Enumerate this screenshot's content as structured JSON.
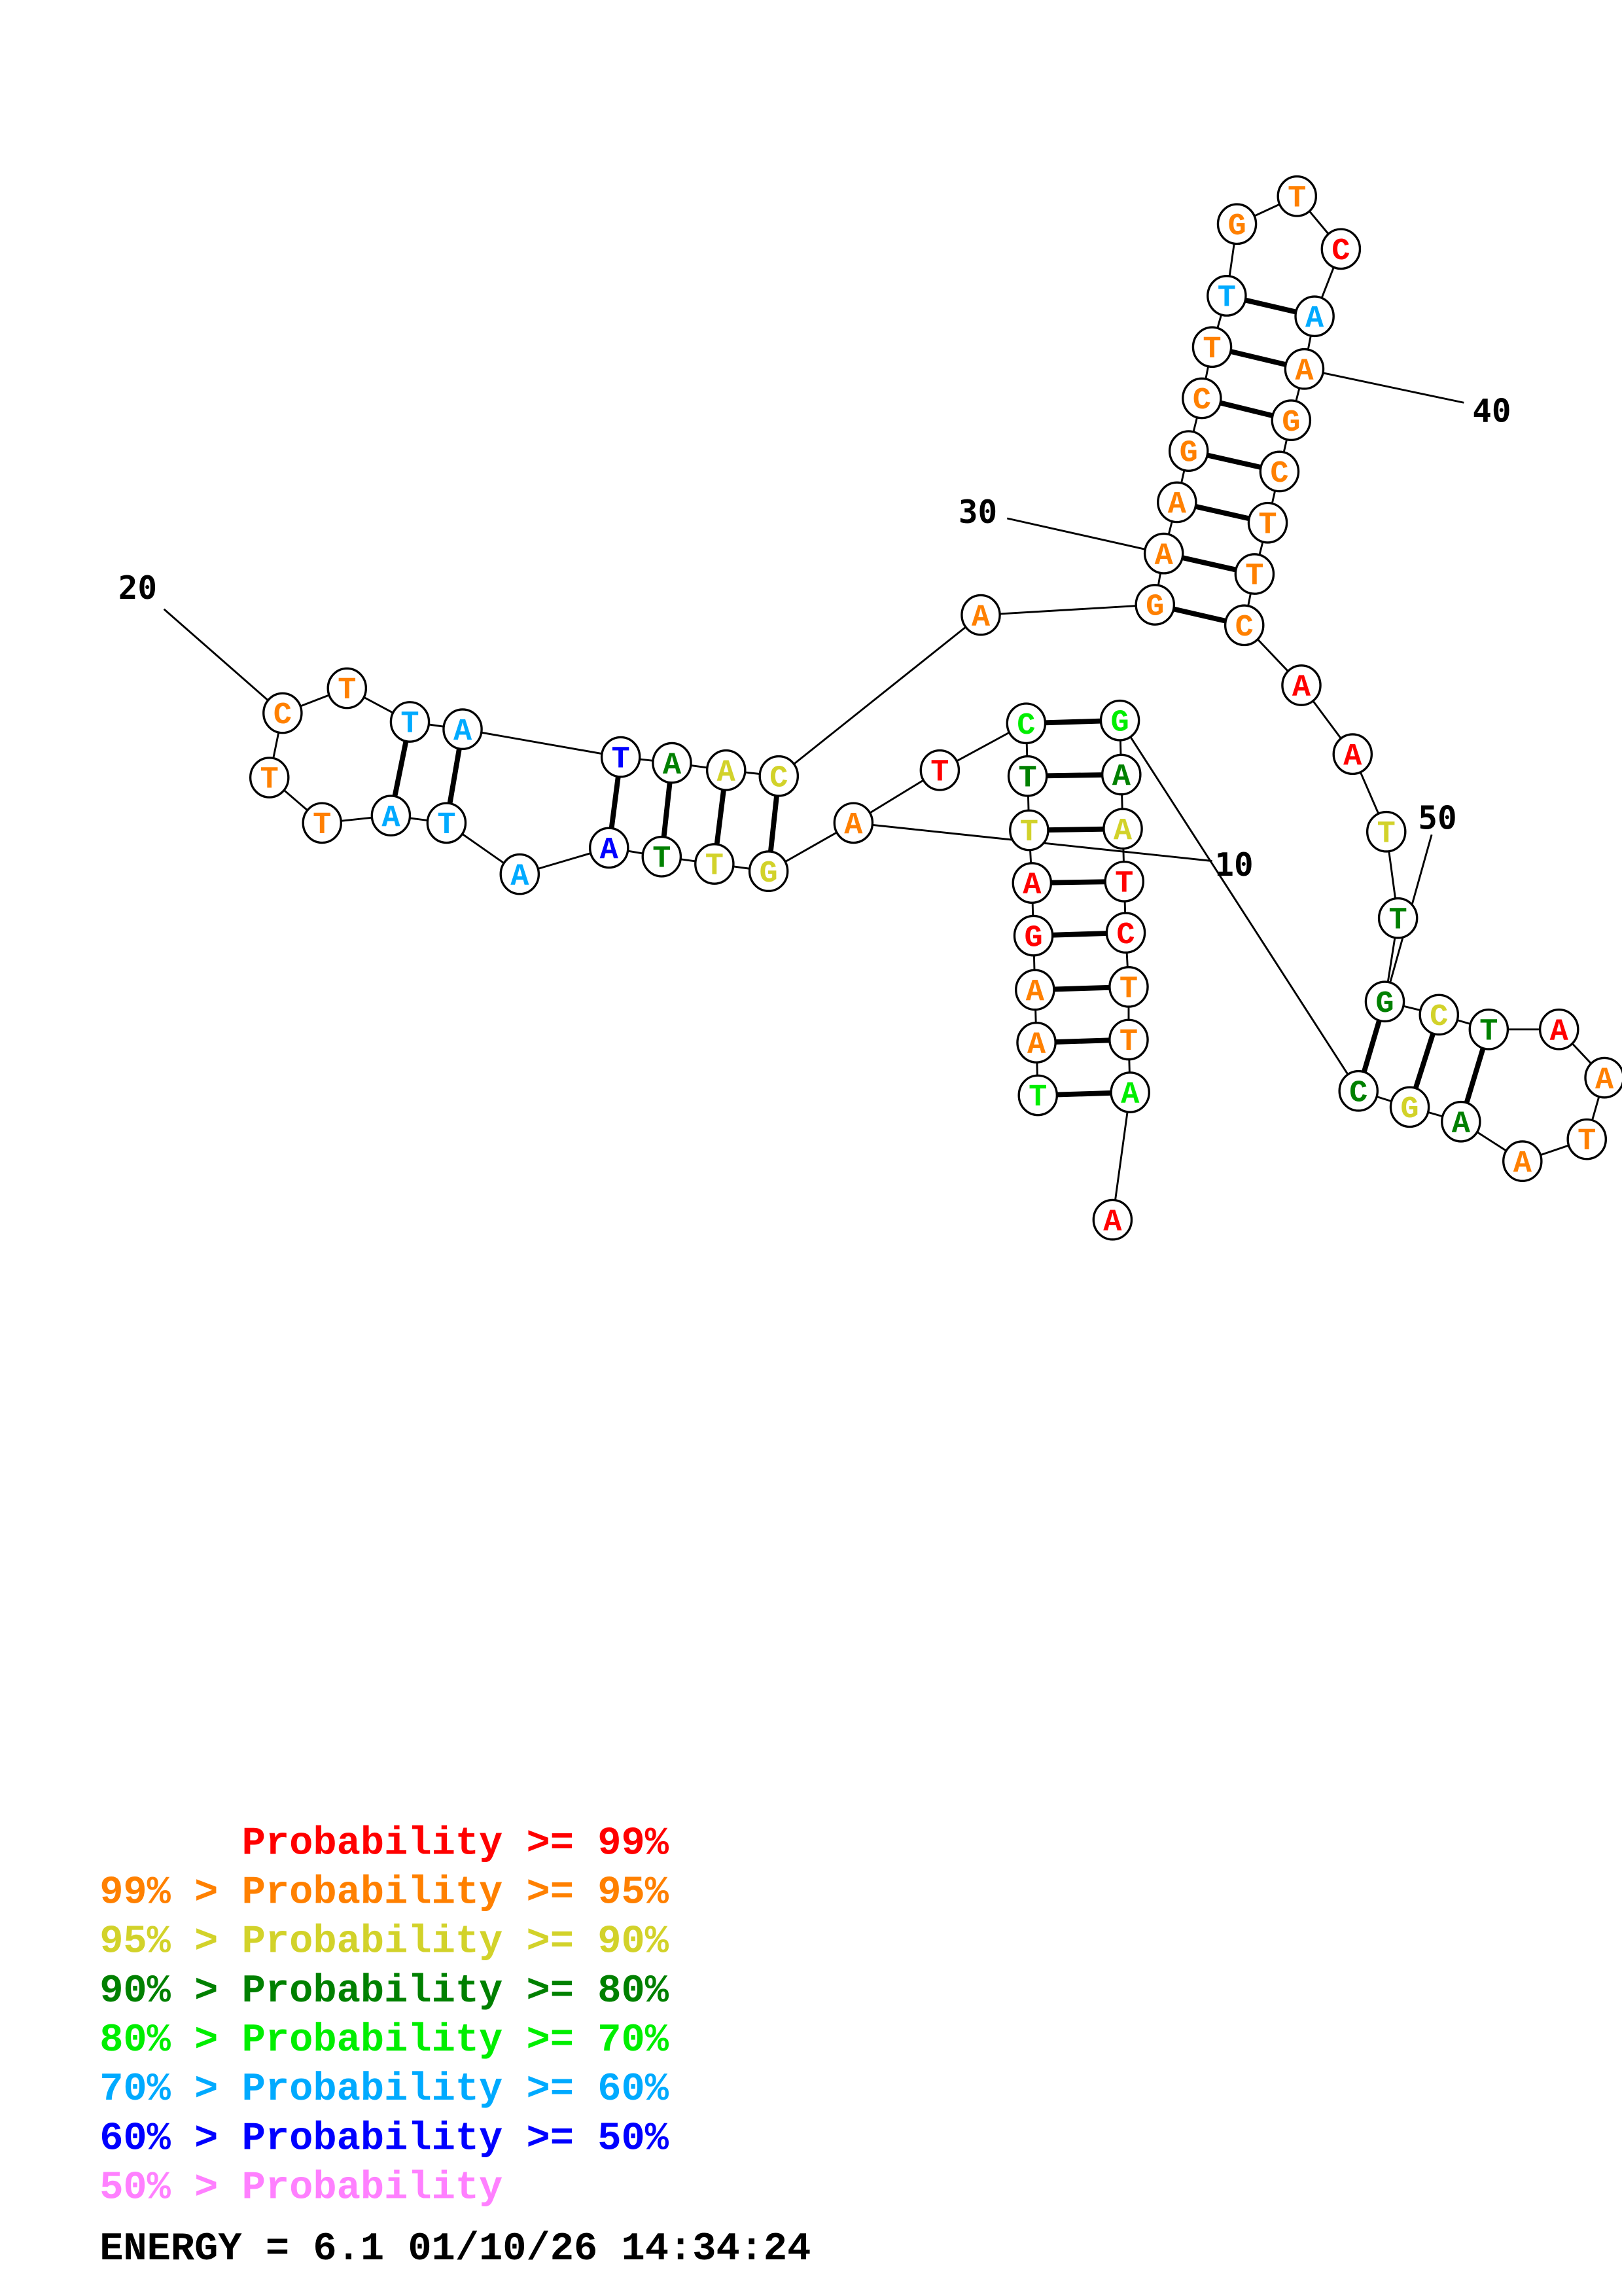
{
  "structure": {
    "sequence": "TAAGATTCTAGTTAATATTCTTATAACAGAAGCTTGTCAAGCTTCAATTGCTAATAAGCGAATCTTAA",
    "probability_class": [
      4,
      1,
      1,
      0,
      0,
      2,
      3,
      4,
      0,
      1,
      2,
      2,
      3,
      6,
      5,
      5,
      5,
      1,
      1,
      1,
      1,
      5,
      5,
      6,
      3,
      2,
      2,
      1,
      1,
      1,
      1,
      1,
      1,
      1,
      5,
      1,
      1,
      0,
      5,
      1,
      1,
      1,
      1,
      1,
      1,
      0,
      0,
      2,
      3,
      3,
      2,
      3,
      0,
      1,
      1,
      1,
      3,
      2,
      3,
      4,
      3,
      2,
      0,
      0,
      1,
      1,
      4,
      0
    ],
    "pairs": [
      [
        1,
        67
      ],
      [
        2,
        66
      ],
      [
        3,
        65
      ],
      [
        4,
        64
      ],
      [
        5,
        63
      ],
      [
        6,
        62
      ],
      [
        7,
        61
      ],
      [
        8,
        60
      ],
      [
        11,
        27
      ],
      [
        12,
        26
      ],
      [
        13,
        25
      ],
      [
        14,
        24
      ],
      [
        16,
        23
      ],
      [
        17,
        22
      ],
      [
        29,
        45
      ],
      [
        30,
        44
      ],
      [
        31,
        43
      ],
      [
        32,
        42
      ],
      [
        33,
        41
      ],
      [
        34,
        40
      ],
      [
        35,
        39
      ],
      [
        50,
        59
      ],
      [
        51,
        58
      ],
      [
        52,
        57
      ]
    ],
    "position_labels": [
      {
        "index": 10,
        "text": "10"
      },
      {
        "index": 20,
        "text": "20"
      },
      {
        "index": 30,
        "text": "30"
      },
      {
        "index": 40,
        "text": "40"
      },
      {
        "index": 50,
        "text": "50"
      }
    ]
  },
  "class_colors": [
    "#ff0000",
    "#ff8000",
    "#d2d22a",
    "#008000",
    "#00ee00",
    "#00aaff",
    "#0000ff",
    "#ff80ff"
  ],
  "legend": [
    {
      "prefix": "",
      "label": "Probability >= 99%"
    },
    {
      "prefix": "99% > ",
      "label": "Probability >= 95%"
    },
    {
      "prefix": "95% > ",
      "label": "Probability >= 90%"
    },
    {
      "prefix": "90% > ",
      "label": "Probability >= 80%"
    },
    {
      "prefix": "80% > ",
      "label": "Probability >= 70%"
    },
    {
      "prefix": "70% > ",
      "label": "Probability >= 60%"
    },
    {
      "prefix": "60% > ",
      "label": "Probability >= 50%"
    },
    {
      "prefix": "50% > ",
      "label": "Probability"
    }
  ],
  "energy_line": "ENERGY = 6.1  01/10/26 14:34:24"
}
